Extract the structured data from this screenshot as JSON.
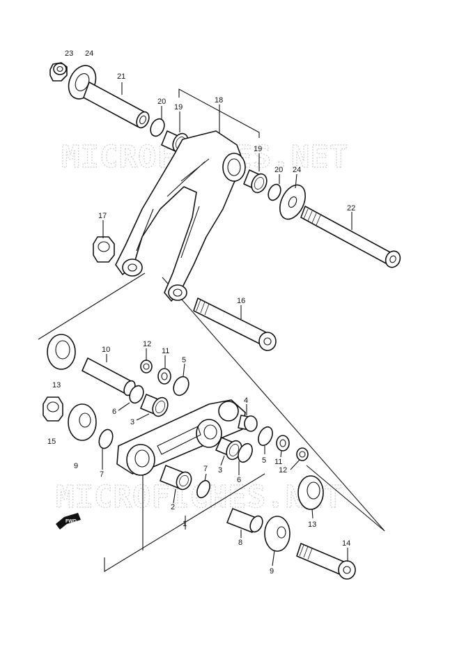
{
  "watermark": {
    "text": "MICROFICHES.NET"
  },
  "fwd_arrow": {
    "label": "FWD"
  },
  "callouts": [
    "1",
    "2",
    "3",
    "3",
    "4",
    "5",
    "5",
    "6",
    "6",
    "7",
    "7",
    "8",
    "9",
    "9",
    "10",
    "11",
    "11",
    "12",
    "12",
    "13",
    "13",
    "14",
    "15",
    "16",
    "17",
    "18",
    "19",
    "19",
    "20",
    "20",
    "21",
    "22",
    "23",
    "24",
    "24"
  ]
}
